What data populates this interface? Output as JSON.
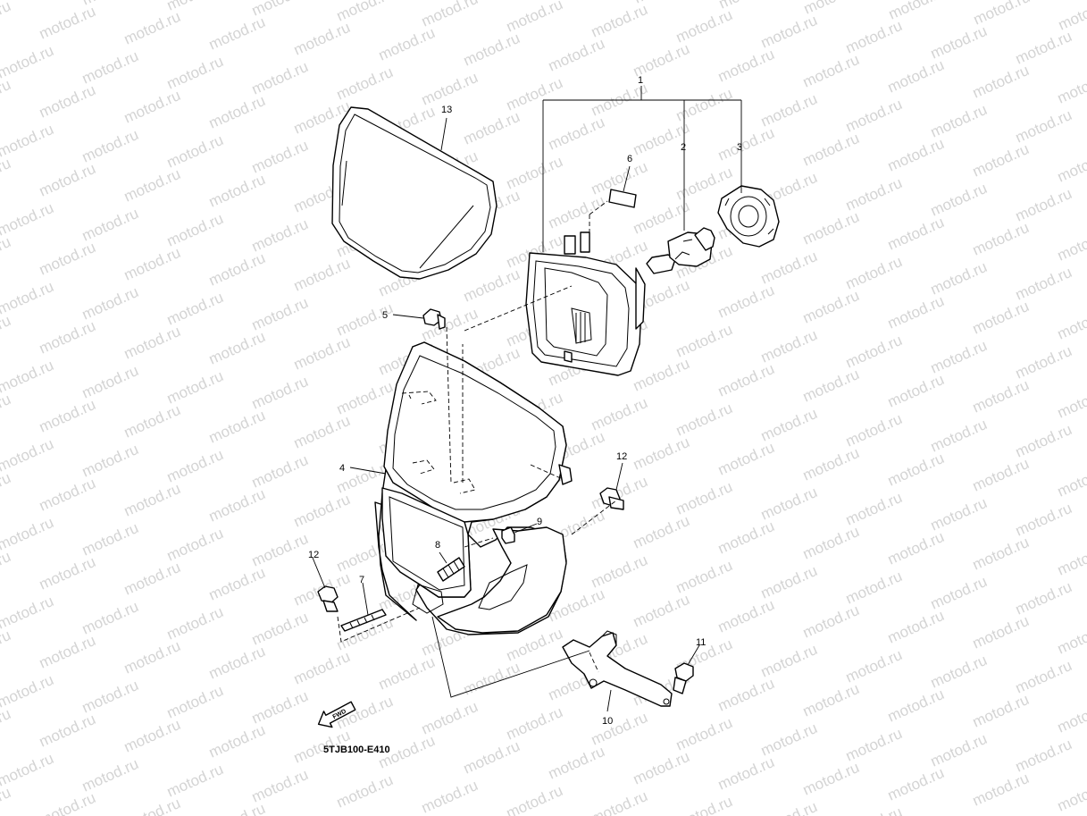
{
  "watermark": {
    "text": "motod.ru",
    "color": "#d4d4d4"
  },
  "diagram_code": "5TJB100-E410",
  "fwd_label": "FWD",
  "callouts": [
    {
      "key": "p1",
      "number": "1"
    },
    {
      "key": "p2",
      "number": "2"
    },
    {
      "key": "p3",
      "number": "3"
    },
    {
      "key": "p4",
      "number": "4"
    },
    {
      "key": "p5",
      "number": "5"
    },
    {
      "key": "p6",
      "number": "6"
    },
    {
      "key": "p7",
      "number": "7"
    },
    {
      "key": "p8",
      "number": "8"
    },
    {
      "key": "p9",
      "number": "9"
    },
    {
      "key": "p10",
      "number": "10"
    },
    {
      "key": "p11",
      "number": "11"
    },
    {
      "key": "p12a",
      "number": "12"
    },
    {
      "key": "p12b",
      "number": "12"
    },
    {
      "key": "p13",
      "number": "13"
    }
  ],
  "colors": {
    "line": "#000000",
    "background": "#ffffff"
  }
}
